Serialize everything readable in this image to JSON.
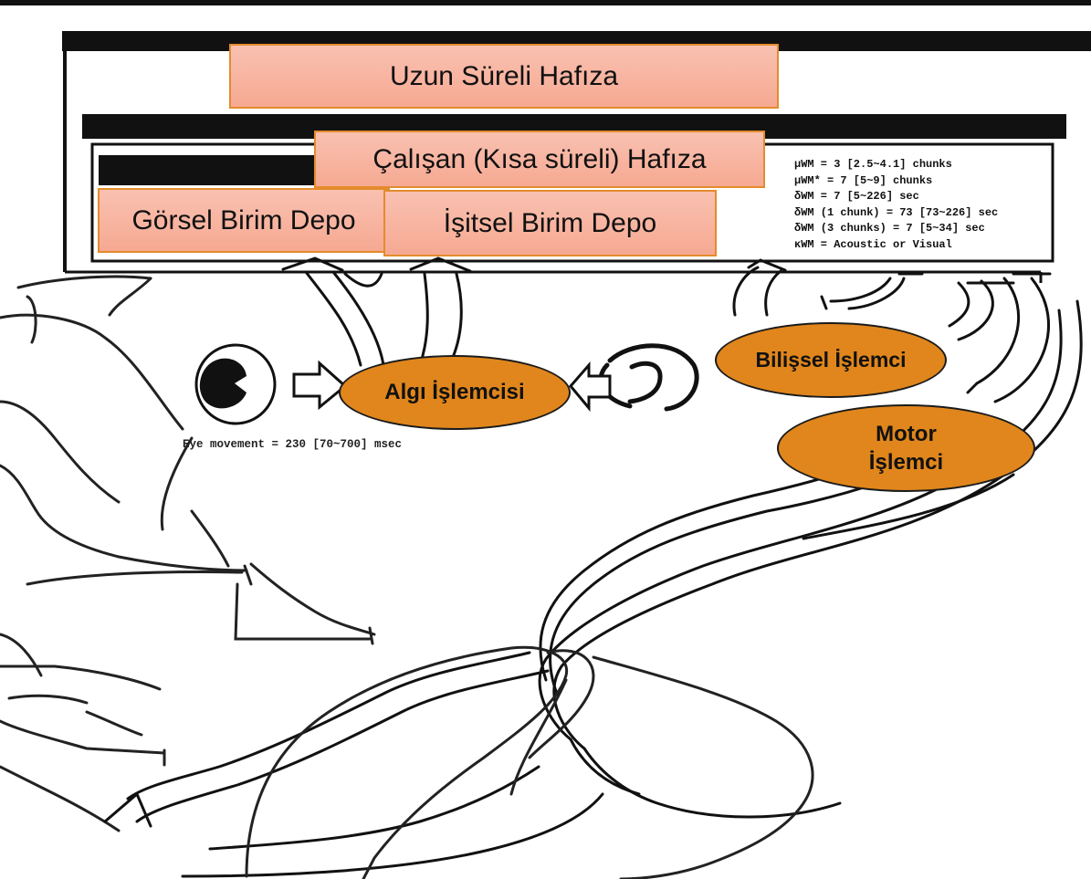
{
  "diagram": {
    "long_term_memory": "Uzun Süreli Hafıza",
    "working_memory": "Çalışan (Kısa süreli) Hafıza",
    "visual_store": "Görsel Birim Depo",
    "auditory_store": "İşitsel Birim Depo",
    "perceptual_processor": "Algı İşlemcisi",
    "cognitive_processor": "Bilişsel İşlemci",
    "motor_processor_line1": "Motor",
    "motor_processor_line2": "İşlemci",
    "working_memory_specs": [
      "μWM = 3 [2.5~4.1] chunks",
      "μWM* = 7 [5~9] chunks",
      "δWM = 7 [5~226] sec",
      "δWM (1 chunk) = 73 [73~226] sec",
      "δWM (3 chunks) = 7 [5~34] sec",
      "κWM = Acoustic or Visual"
    ],
    "eye_movement_caption": "Eye movement = 230 [70~700] msec"
  },
  "colors": {
    "memory_box_fill": "#f8b6a2",
    "memory_box_border": "#e48b2d",
    "processor_fill": "#e0861c",
    "processor_border": "#1b1b1b",
    "line_art": "#111111"
  }
}
